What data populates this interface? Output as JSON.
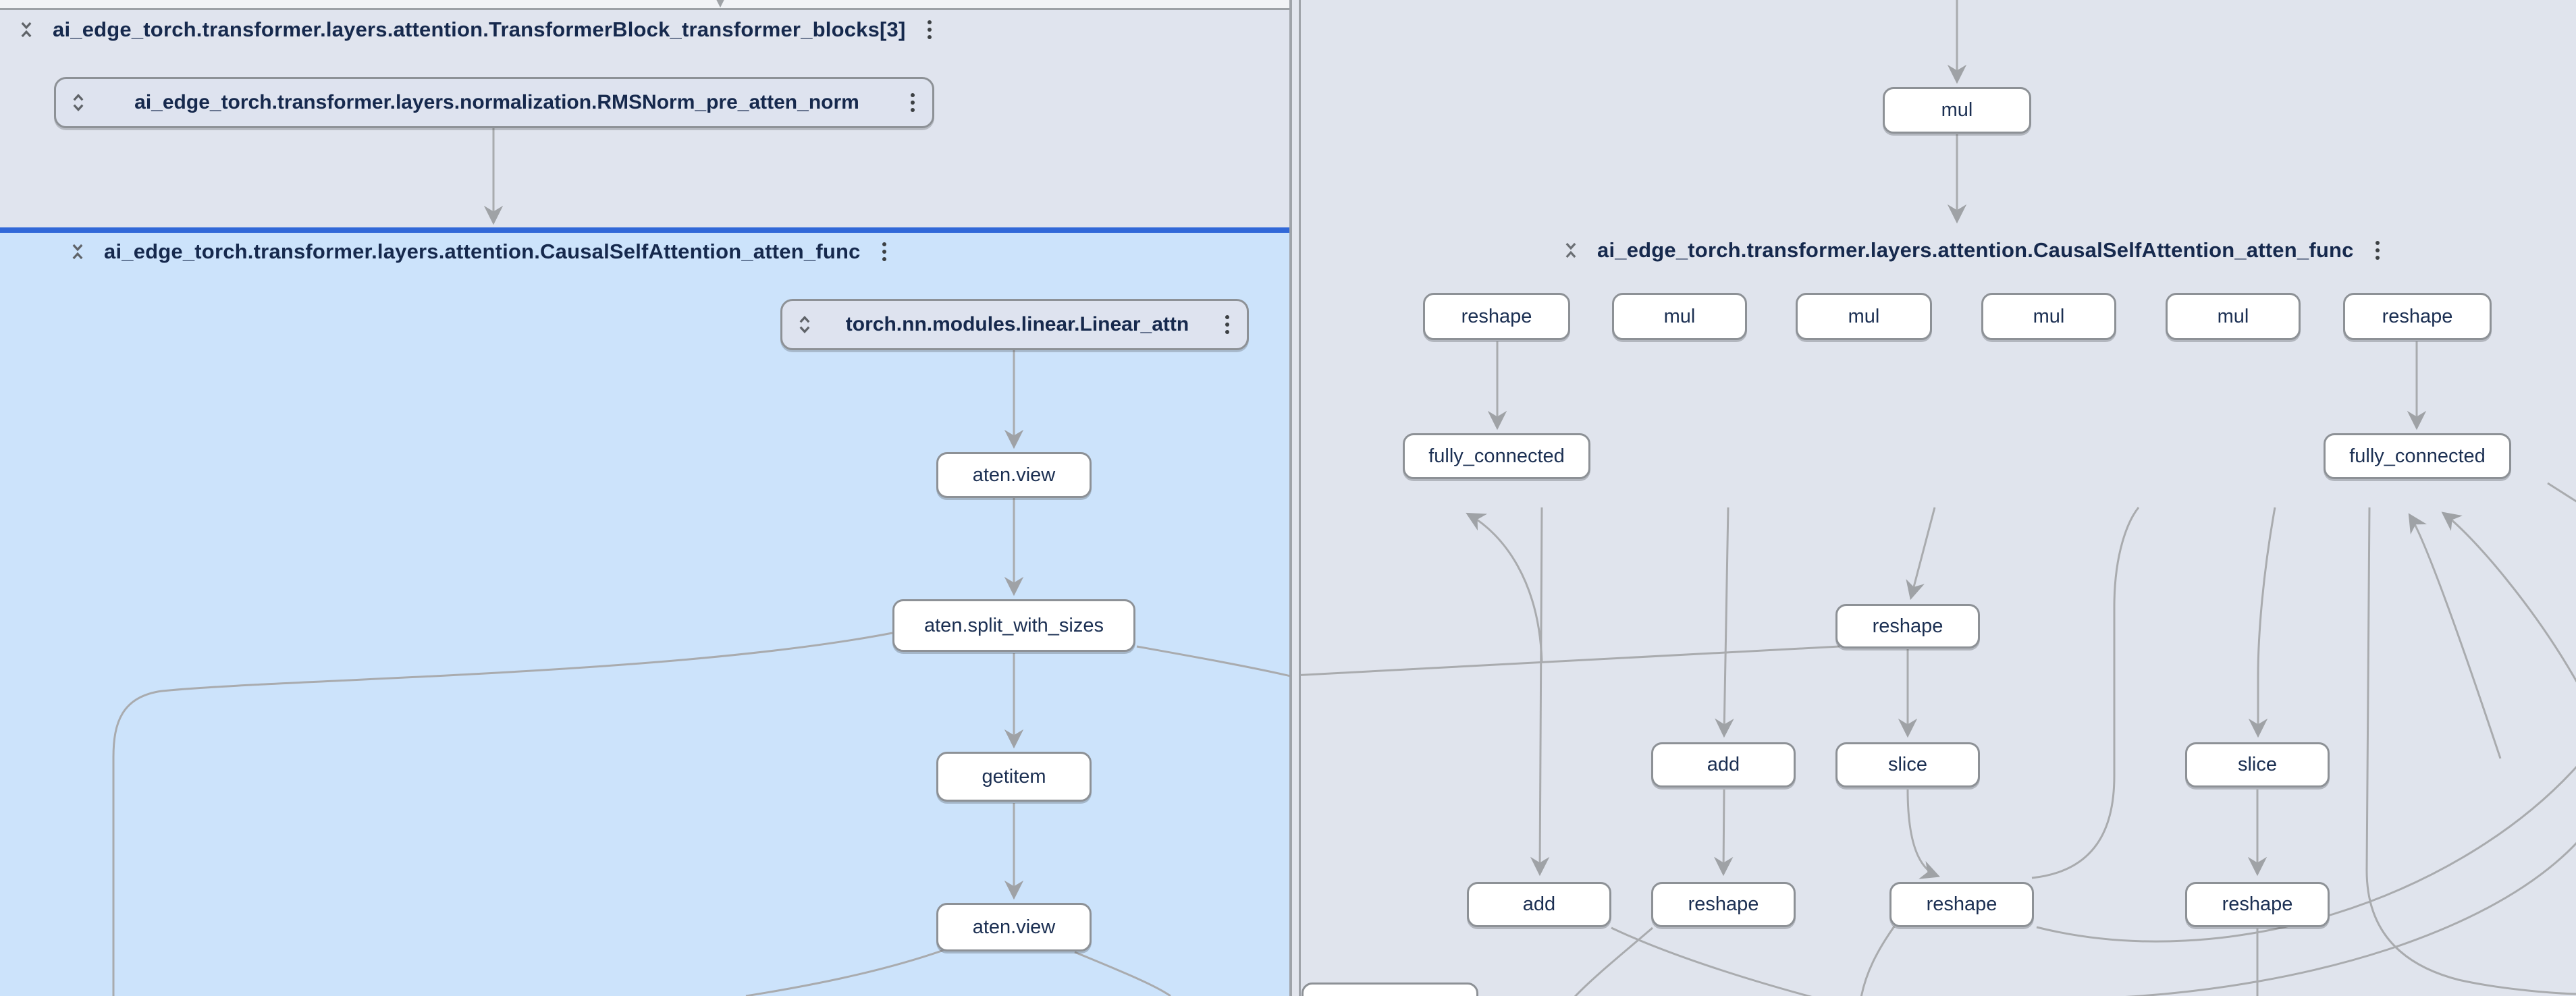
{
  "left_panel": {
    "transformer_block": {
      "label": "ai_edge_torch.transformer.layers.attention.TransformerBlock_transformer_blocks[3]",
      "collapse_icon": "unfold-less",
      "menu_icon": "kebab-vertical"
    },
    "rmsnorm": {
      "label": "ai_edge_torch.transformer.layers.normalization.RMSNorm_pre_atten_norm",
      "expand_icon": "unfold-more",
      "menu_icon": "kebab-vertical"
    },
    "causal_group": {
      "label": "ai_edge_torch.transformer.layers.attention.CausalSelfAttention_atten_func",
      "collapse_icon": "unfold-less",
      "menu_icon": "kebab-vertical"
    },
    "linear": {
      "label": "torch.nn.modules.linear.Linear_attn",
      "expand_icon": "unfold-more",
      "menu_icon": "kebab-vertical"
    },
    "op_nodes": [
      {
        "label": "aten.view"
      },
      {
        "label": "aten.split_with_sizes"
      },
      {
        "label": "getitem"
      },
      {
        "label": "aten.view"
      }
    ]
  },
  "right_panel": {
    "mul_top": {
      "label": "mul"
    },
    "causal_group": {
      "label": "ai_edge_torch.transformer.layers.attention.CausalSelfAttention_atten_func",
      "collapse_icon": "unfold-less",
      "menu_icon": "kebab-vertical"
    },
    "group_nodes": [
      {
        "label": "reshape"
      },
      {
        "label": "mul"
      },
      {
        "label": "mul"
      },
      {
        "label": "mul"
      },
      {
        "label": "mul"
      },
      {
        "label": "reshape"
      },
      {
        "label": "fully_connected"
      },
      {
        "label": "fully_connected"
      }
    ],
    "op_nodes": [
      {
        "label": "reshape"
      },
      {
        "label": "add"
      },
      {
        "label": "slice"
      },
      {
        "label": "slice"
      },
      {
        "label": "add"
      },
      {
        "label": "reshape"
      },
      {
        "label": "reshape"
      },
      {
        "label": "reshape"
      }
    ]
  },
  "colors": {
    "group_border_blue": "#2e6bd9",
    "group_fill_blue": "#cce3fb",
    "panel_bg": "#e0e4ed",
    "node_border": "#8d9196",
    "node_fill": "#ffffff",
    "edge_gray": "#a9abae",
    "header_text": "#16294d",
    "icon_gray": "#5f6368"
  }
}
